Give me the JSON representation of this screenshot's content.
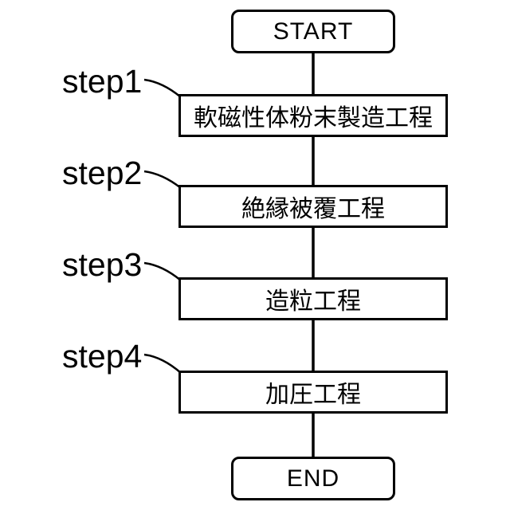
{
  "diagram": {
    "title": "manufacturing-process-flowchart",
    "start_label": "START",
    "end_label": "END",
    "steps": [
      {
        "label": "step1",
        "process": "軟磁性体粉末製造工程"
      },
      {
        "label": "step2",
        "process": "絶縁被覆工程"
      },
      {
        "label": "step3",
        "process": "造粒工程"
      },
      {
        "label": "step4",
        "process": "加圧工程"
      }
    ],
    "colors": {
      "line": "#000000",
      "box_fill": "#ffffff",
      "background": "#ffffff",
      "text": "#000000"
    }
  }
}
